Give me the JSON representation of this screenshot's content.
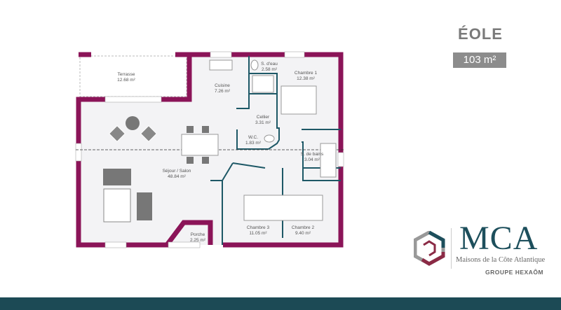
{
  "header": {
    "model_name": "ÉOLE",
    "surface": "103 m²"
  },
  "rooms": {
    "terrasse": {
      "name": "Terrasse",
      "area": "12.68 m²"
    },
    "cuisine": {
      "name": "Cuisine",
      "area": "7.26 m²"
    },
    "salle_eau": {
      "name": "S. d'eau",
      "area": "2.58 m²"
    },
    "chambre1": {
      "name": "Chambre 1",
      "area": "12.38 m²"
    },
    "cellier": {
      "name": "Cellier",
      "area": "3.31 m²"
    },
    "wc": {
      "name": "W.C.",
      "area": "1.83 m²"
    },
    "salle_bains": {
      "name": "S. de bains",
      "area": "3.04 m²"
    },
    "sejour": {
      "name": "Séjour / Salon",
      "area": "48.84 m²"
    },
    "chambre3": {
      "name": "Chambre 3",
      "area": "11.05 m²"
    },
    "chambre2": {
      "name": "Chambre 2",
      "area": "9.40 m²"
    },
    "porche": {
      "name": "Porche",
      "area": "2.25 m²"
    }
  },
  "brand": {
    "logo_text": "MCA",
    "tagline": "Maisons de la Côte Atlantique",
    "group": "GROUPE HEXAÔM"
  },
  "colors": {
    "wall": "#8b1458",
    "partition": "#1d5866",
    "footer": "#1c4a55",
    "badge": "#8c8c8c"
  }
}
